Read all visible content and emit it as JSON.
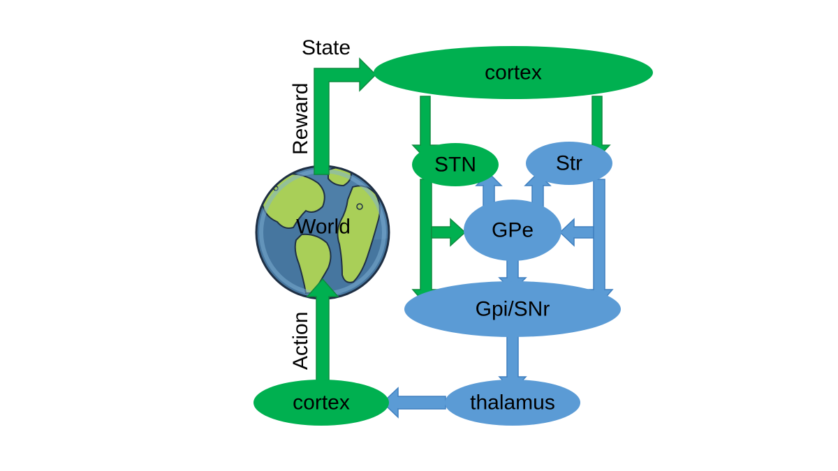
{
  "colors": {
    "green": "#00B050",
    "green_dark": "#0E8A3E",
    "blue": "#5B9BD5",
    "blue_dark": "#3F7FBF",
    "ocean": "#4E7FA8",
    "ocean_light": "#7FB2D6",
    "land": "#A9CF58",
    "outline": "#1E2F44"
  },
  "nodes": {
    "cortex_top": "cortex",
    "stn": "STN",
    "str": "Str",
    "gpe": "GPe",
    "gpi_snr": "Gpi/SNr",
    "thalamus": "thalamus",
    "cortex_bottom": "cortex",
    "world": "World"
  },
  "labels": {
    "state": "State",
    "reward": "Reward",
    "action": "Action"
  },
  "icons": {
    "world": "globe-icon"
  }
}
